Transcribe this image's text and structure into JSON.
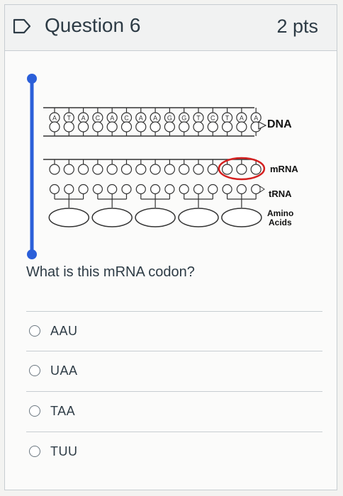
{
  "question": {
    "title": "Question 6",
    "points": "2 pts",
    "prompt": "What is this mRNA codon?"
  },
  "figure": {
    "dna_bases": [
      "A",
      "T",
      "A",
      "C",
      "A",
      "C",
      "A",
      "A",
      "G",
      "G",
      "T",
      "C",
      "T",
      "A",
      "A"
    ],
    "labels": {
      "dna": "DNA",
      "mrna": "mRNA",
      "trna": "tRNA",
      "amino_line1": "Amino",
      "amino_line2": "Acids"
    },
    "highlight_color": "#d42020",
    "slider_color": "#2b5fd9"
  },
  "answers": [
    {
      "label": "AAU"
    },
    {
      "label": "UAA"
    },
    {
      "label": "TAA"
    },
    {
      "label": "TUU"
    }
  ]
}
